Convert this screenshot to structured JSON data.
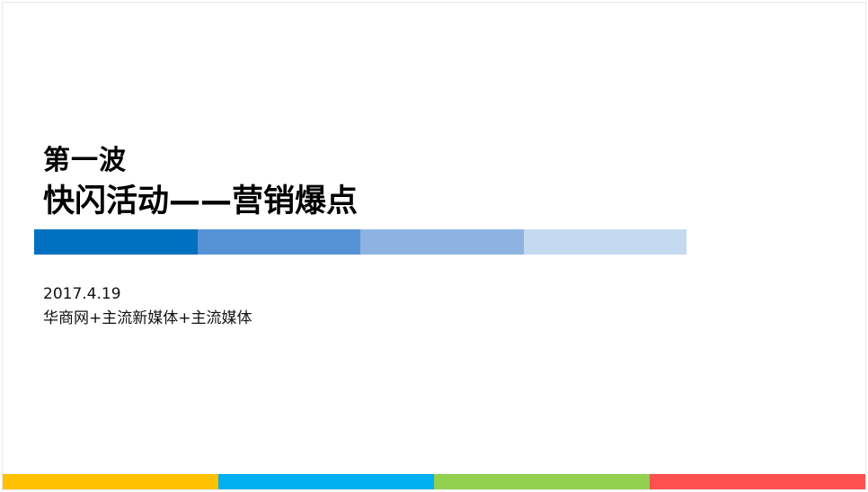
{
  "slide": {
    "title_line1": "第一波",
    "title_line2": "快闪活动——营销爆点",
    "date": "2017.4.19",
    "subtitle": "华商网+主流新媒体+主流媒体"
  },
  "colors": {
    "stripe": [
      "#0070c0",
      "#5592d5",
      "#8db3e2",
      "#c5d9f1"
    ],
    "footer": [
      "#ffc000",
      "#00b0f0",
      "#92d050",
      "#ff5050"
    ]
  }
}
